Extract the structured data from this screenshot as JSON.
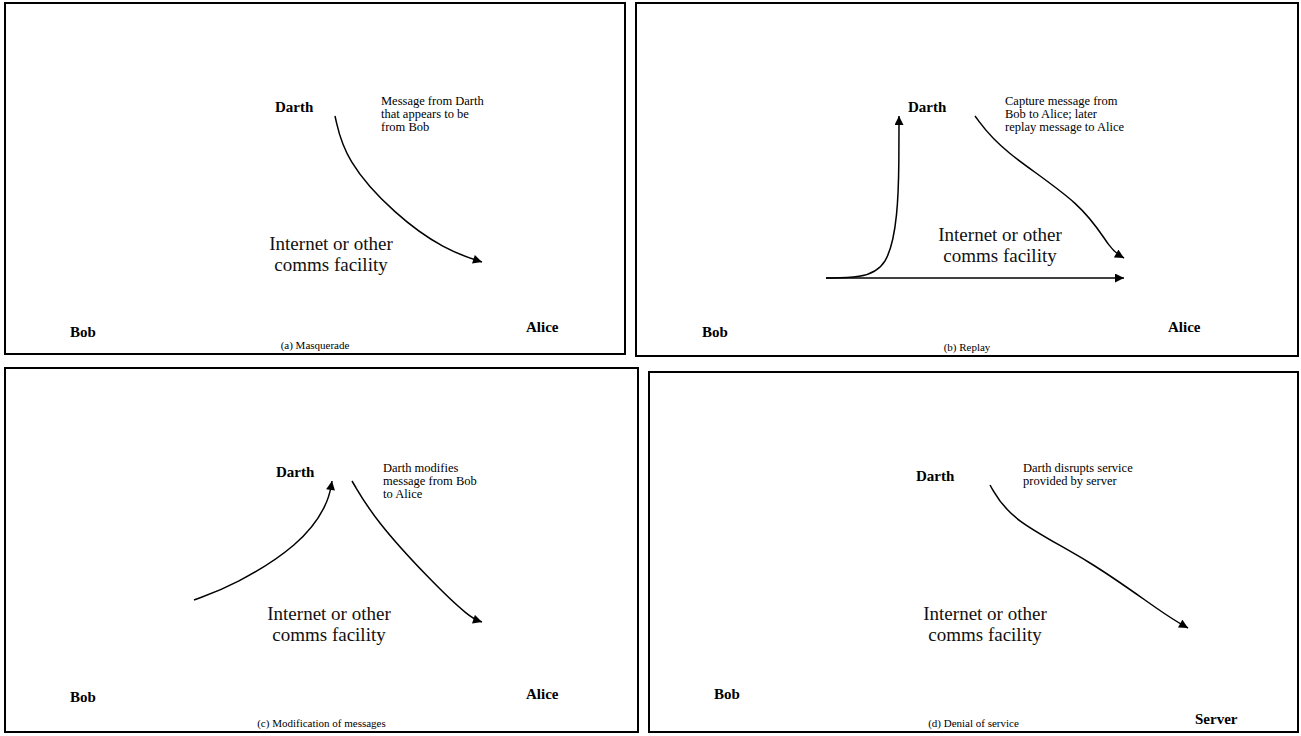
{
  "diagram": {
    "nodes": [
      {
        "text": [
          "(a) Masquerade"
        ]
      },
      {
        "text": [
          "Darth"
        ],
        "in": 0
      },
      {
        "text": [
          "Bob"
        ],
        "in": 0
      },
      {
        "text": [
          "Internet or other comms facility"
        ],
        "in": 0
      },
      {
        "text": [
          "Alice"
        ],
        "in": 0
      },
      {
        "text": [
          "(b) Replay"
        ]
      },
      {
        "text": [
          "Darth"
        ],
        "in": 5
      },
      {
        "text": [
          "Bob"
        ],
        "in": 5
      },
      {
        "text": [
          "Internet or other comms facility"
        ],
        "in": 5
      },
      {
        "text": [
          "Alice"
        ],
        "in": 5
      },
      {
        "text": [
          "(c) Modification of messages"
        ]
      },
      {
        "text": [
          "Darth"
        ],
        "in": 10
      },
      {
        "text": [
          "Bob"
        ],
        "in": 10
      },
      {
        "text": [
          "Internet or other comms facility"
        ],
        "in": 10
      },
      {
        "text": [
          "Alice"
        ],
        "in": 10
      },
      {
        "text": [
          "(d) Denial of service"
        ]
      },
      {
        "text": [
          "Darth"
        ],
        "in": 15
      },
      {
        "text": [
          "Bob"
        ],
        "in": 15
      },
      {
        "text": [
          "Internet or other comms facility"
        ],
        "in": 15
      },
      {
        "text": [
          "Server"
        ],
        "in": 15
      }
    ],
    "edges": [
      {
        "from": 1,
        "to": 4,
        "arrow": "to"
      },
      {
        "from": 7,
        "to": 6,
        "arrow": "to"
      },
      {
        "from": 7,
        "to": 9,
        "arrow": "to"
      },
      {
        "from": 6,
        "to": 9,
        "arrow": "to"
      },
      {
        "from": 12,
        "to": 11,
        "arrow": "to"
      },
      {
        "from": 11,
        "to": 14,
        "arrow": "to"
      },
      {
        "from": 16,
        "to": 19,
        "arrow": "to"
      }
    ],
    "labels": [
      "Message from Darth that appears to be from Bob",
      "Capture message from Bob to Alice; later replay message to Alice",
      "Darth modifies message from Bob to Alice",
      "Darth disrupts service provided by server"
    ]
  }
}
